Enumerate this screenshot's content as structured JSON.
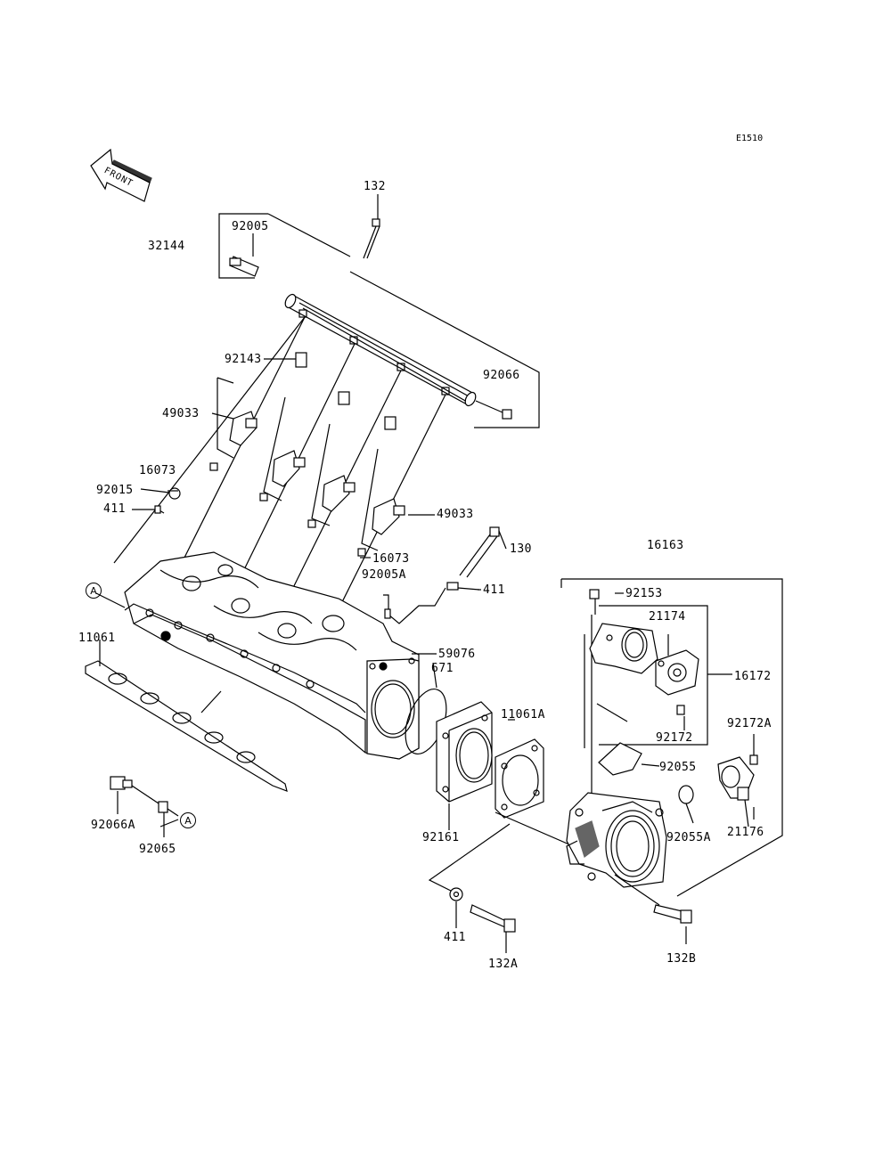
{
  "diagram_code": "E1510",
  "front_label": "FRONT",
  "ref_marker": "A",
  "labels": {
    "p132": "132",
    "p92005": "92005",
    "p32144": "32144",
    "p92143": "92143",
    "p92066": "92066",
    "p49033_top": "49033",
    "p16073_top": "16073",
    "p92015": "92015",
    "p411_left": "411",
    "p49033_right": "49033",
    "p130": "130",
    "p16073_mid": "16073",
    "p92005A": "92005A",
    "p411_mid": "411",
    "p59076": "59076",
    "p671": "671",
    "p11061": "11061",
    "p11061A": "11061A",
    "p92066A": "92066A",
    "p92065": "92065",
    "p92161": "92161",
    "p411_bottom": "411",
    "p132A": "132A",
    "p16163": "16163",
    "p92153": "92153",
    "p21174": "21174",
    "p16172": "16172",
    "p92172": "92172",
    "p92172A": "92172A",
    "p92055": "92055",
    "p92055A": "92055A",
    "p21176": "21176",
    "p132B": "132B"
  }
}
